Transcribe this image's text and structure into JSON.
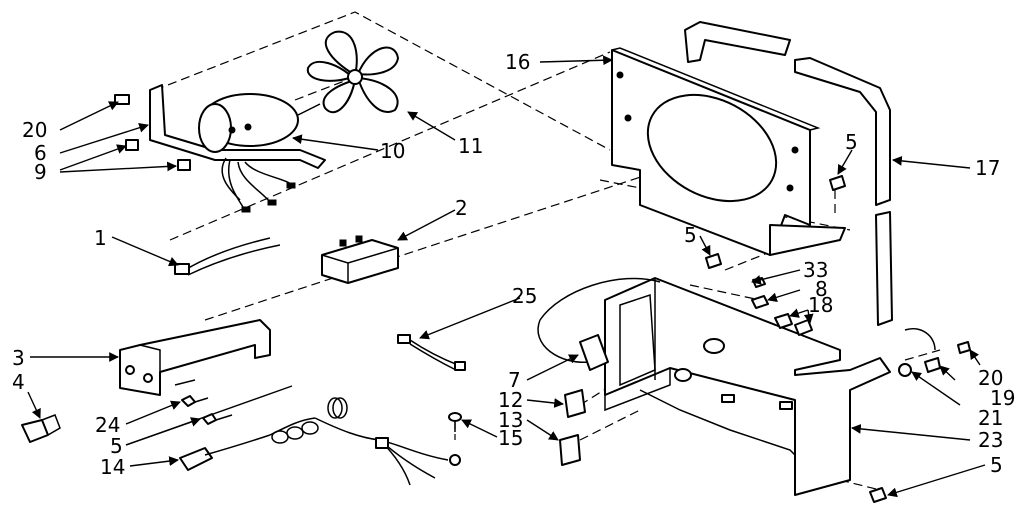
{
  "labels": {
    "l1": "1",
    "l2": "2",
    "l3": "3",
    "l4": "4",
    "l5a": "5",
    "l5b": "5",
    "l5c": "5",
    "l5d": "5",
    "l6": "6",
    "l7": "7",
    "l8": "8",
    "l9": "9",
    "l10": "10",
    "l11": "11",
    "l12": "12",
    "l13": "13",
    "l14": "14",
    "l15": "15",
    "l16": "16",
    "l17": "17",
    "l18": "18",
    "l19": "19",
    "l20a": "20",
    "l20b": "20",
    "l21": "21",
    "l23": "23",
    "l24": "24",
    "l25": "25",
    "l33": "33"
  }
}
